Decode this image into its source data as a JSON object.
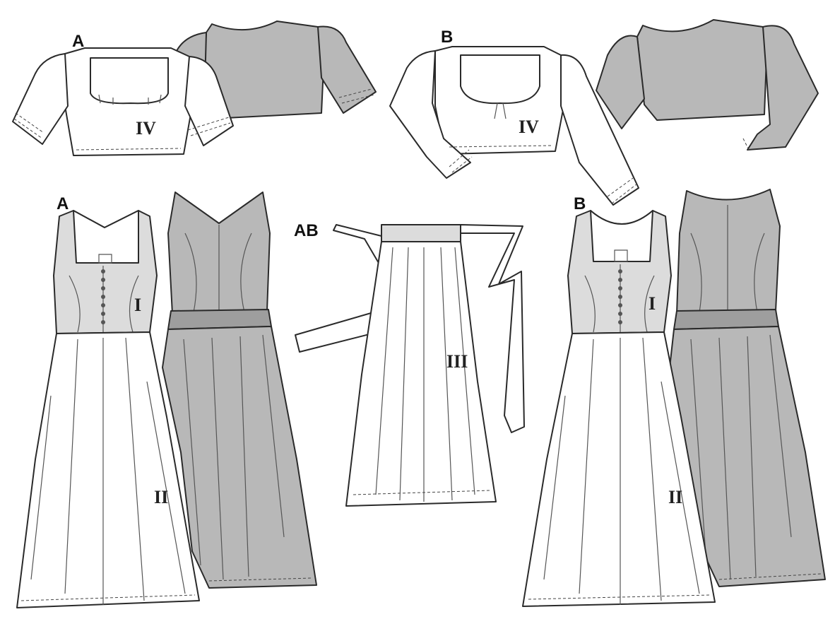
{
  "labels": {
    "blouse_a": "A",
    "blouse_b": "B",
    "dress_a": "A",
    "dress_b": "B",
    "apron": "AB"
  },
  "pieces": {
    "blouse_a": "IV",
    "blouse_b": "IV",
    "bodice_a": "I",
    "bodice_b": "I",
    "skirt_a": "II",
    "skirt_b": "II",
    "apron": "III"
  },
  "colors": {
    "outline": "#2a2a2a",
    "back_fill": "#b8b8b8",
    "front_fill": "#ffffff",
    "bodice_front_fill": "#dcdcdc"
  }
}
